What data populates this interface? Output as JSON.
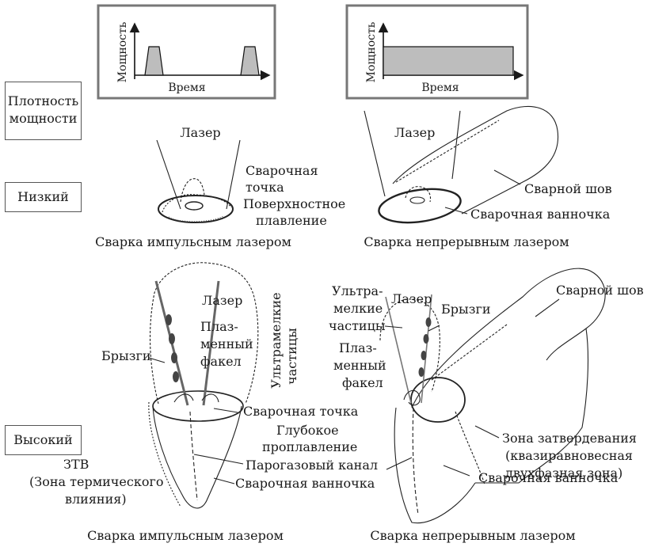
{
  "graph_pulsed": {
    "ylabel": "Мощность",
    "xlabel": "Время"
  },
  "graph_continuous": {
    "ylabel": "Мощность",
    "xlabel": "Время"
  },
  "row_labels": {
    "power_density": "Плотность мощности",
    "power_density_line1": "Плотность",
    "power_density_line2": "мощности",
    "low": "Низкий",
    "high": "Высокий"
  },
  "low_pulsed": {
    "laser": "Лазер",
    "weld_spot_1": "Сварочная",
    "weld_spot_2": "точка",
    "surface_melt_1": "Поверхностное",
    "surface_melt_2": "плавление",
    "caption": "Сварка импульсным лазером"
  },
  "low_continuous": {
    "laser": "Лазер",
    "weld_seam": "Сварной шов",
    "weld_pool": "Сварочная ванночка",
    "caption": "Сварка непрерывным лазером"
  },
  "high_pulsed": {
    "laser": "Лазер",
    "plasma_1": "Плаз-",
    "plasma_2": "менный",
    "plasma_3": "факел",
    "spatter": "Брызги",
    "ultrafine_1": "Ультрамелкие",
    "ultrafine_2": "частицы",
    "weld_spot": "Сварочная точка",
    "deep_melt_1": "Глубокое",
    "deep_melt_2": "проплавление",
    "keyhole": "Парогазовый канал",
    "haz_1": "ЗТВ",
    "haz_2": "(Зона термического",
    "haz_3": "влияния)",
    "weld_pool": "Сварочная ванночка",
    "caption": "Сварка импульсным лазером"
  },
  "high_continuous": {
    "ultrafine_1": "Ультра-",
    "ultrafine_2": "мелкие",
    "ultrafine_3": "частицы",
    "laser": "Лазер",
    "spatter": "Брызги",
    "weld_seam": "Сварной шов",
    "plasma_1": "Плаз-",
    "plasma_2": "менный",
    "plasma_3": "факел",
    "solid_zone_1": "Зона затвердевания",
    "solid_zone_2": "(квазиравновесная",
    "solid_zone_3": "двухфазная зона)",
    "weld_pool": "Сварочная ванночка",
    "caption": "Сварка непрерывным лазером"
  }
}
